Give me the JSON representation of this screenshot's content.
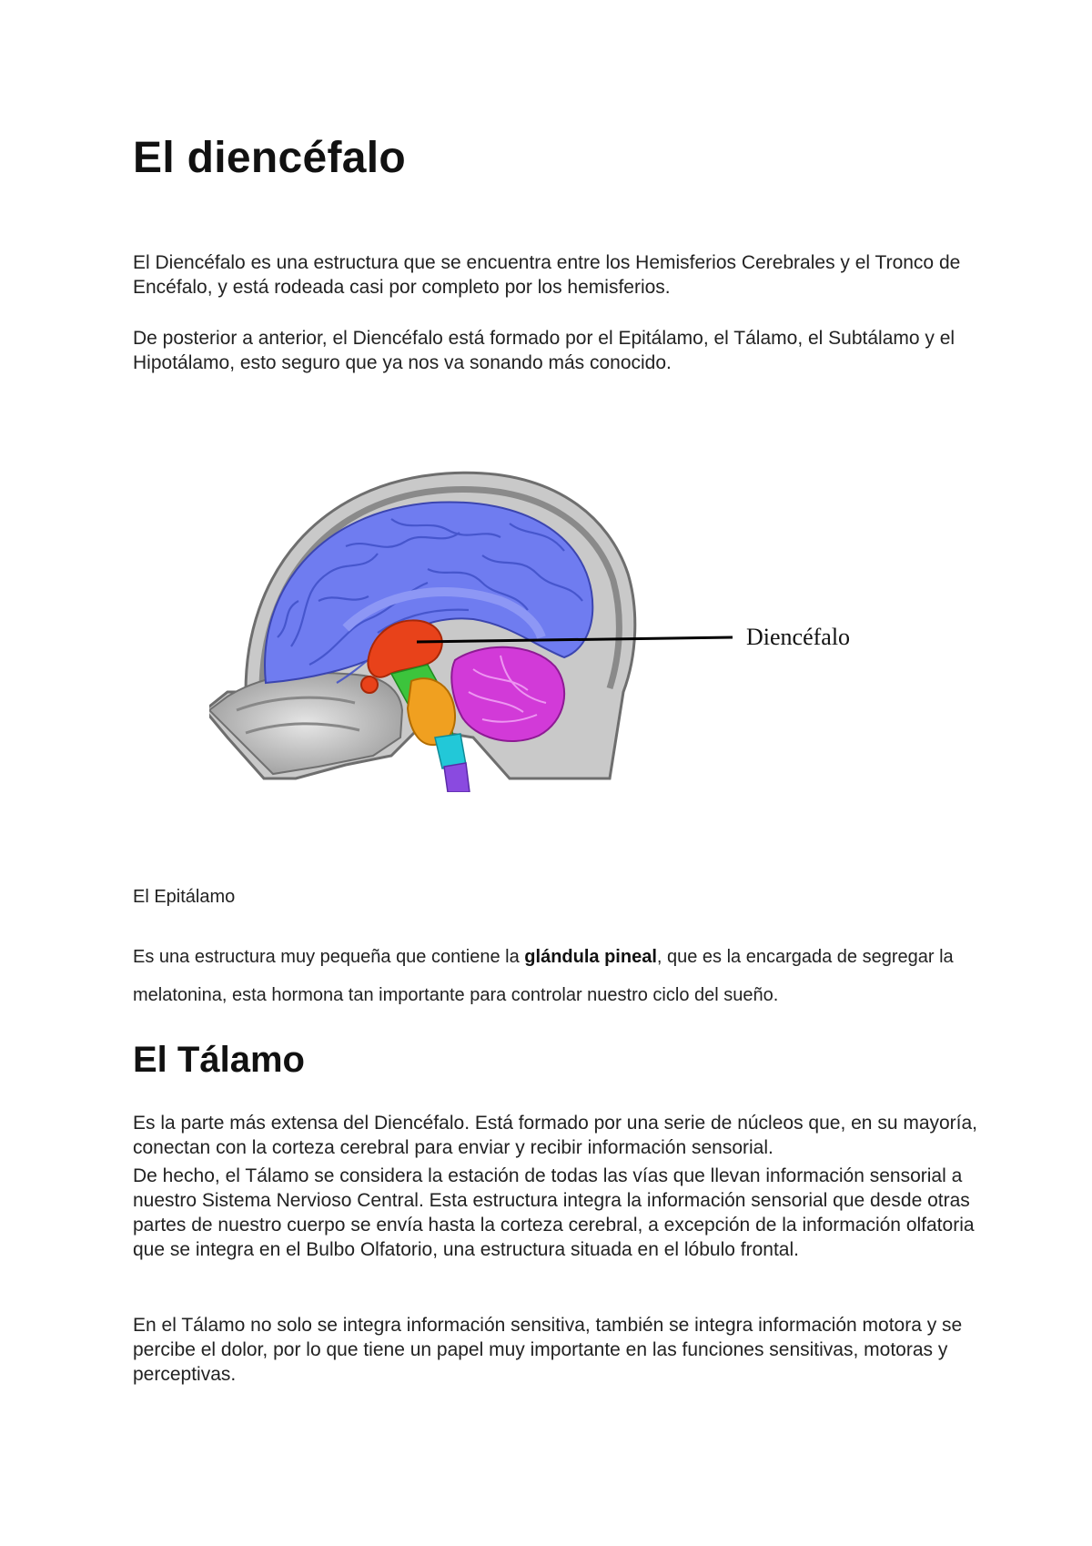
{
  "title": "El diencéfalo",
  "intro": {
    "p1": "El Diencéfalo es una estructura que se encuentra entre los Hemisferios Cerebrales y el Tronco de Encéfalo, y está rodeada casi por completo por los hemisferios.",
    "p2": "De posterior a anterior, el Diencéfalo está formado por el Epitálamo, el Tálamo, el Subtálamo y el Hipotálamo, esto seguro que ya nos va sonando más conocido."
  },
  "figure": {
    "label": "Diencéfalo",
    "colors": {
      "cerebrum": "#6f7cf0",
      "diencephalon": "#e8421a",
      "cerebellum": "#d23ad8",
      "pons": "#f0a020",
      "midbrain": "#3cc43c",
      "medulla": "#22c8d8",
      "spinal": "#8a4ae0",
      "skull": "#bdbdbd"
    }
  },
  "epitalamo": {
    "heading": "El Epitálamo",
    "text_before": "Es una estructura muy pequeña que contiene la ",
    "bold": "glándula pineal",
    "text_after": ", que es la encargada de segregar la melatonina, esta hormona tan importante para controlar nuestro ciclo del sueño."
  },
  "talamo": {
    "heading": "El Tálamo",
    "p1": "Es la parte más extensa del Diencéfalo. Está formado por una serie de núcleos que, en su mayoría, conectan con la corteza cerebral  para enviar y recibir información sensorial.",
    "p2": "De hecho, el Tálamo se considera la estación de todas las vías que llevan información sensorial a nuestro Sistema Nervioso Central. Esta estructura integra la información sensorial que desde otras partes de nuestro cuerpo se envía hasta la corteza cerebral, a excepción de la información olfatoria que se integra en el Bulbo Olfatorio, una estructura situada en el lóbulo frontal.",
    "p3": "En el Tálamo no solo se integra información sensitiva, también se integra información motora y se percibe el dolor, por lo que tiene un papel muy importante en las funciones sensitivas, motoras y perceptivas."
  }
}
